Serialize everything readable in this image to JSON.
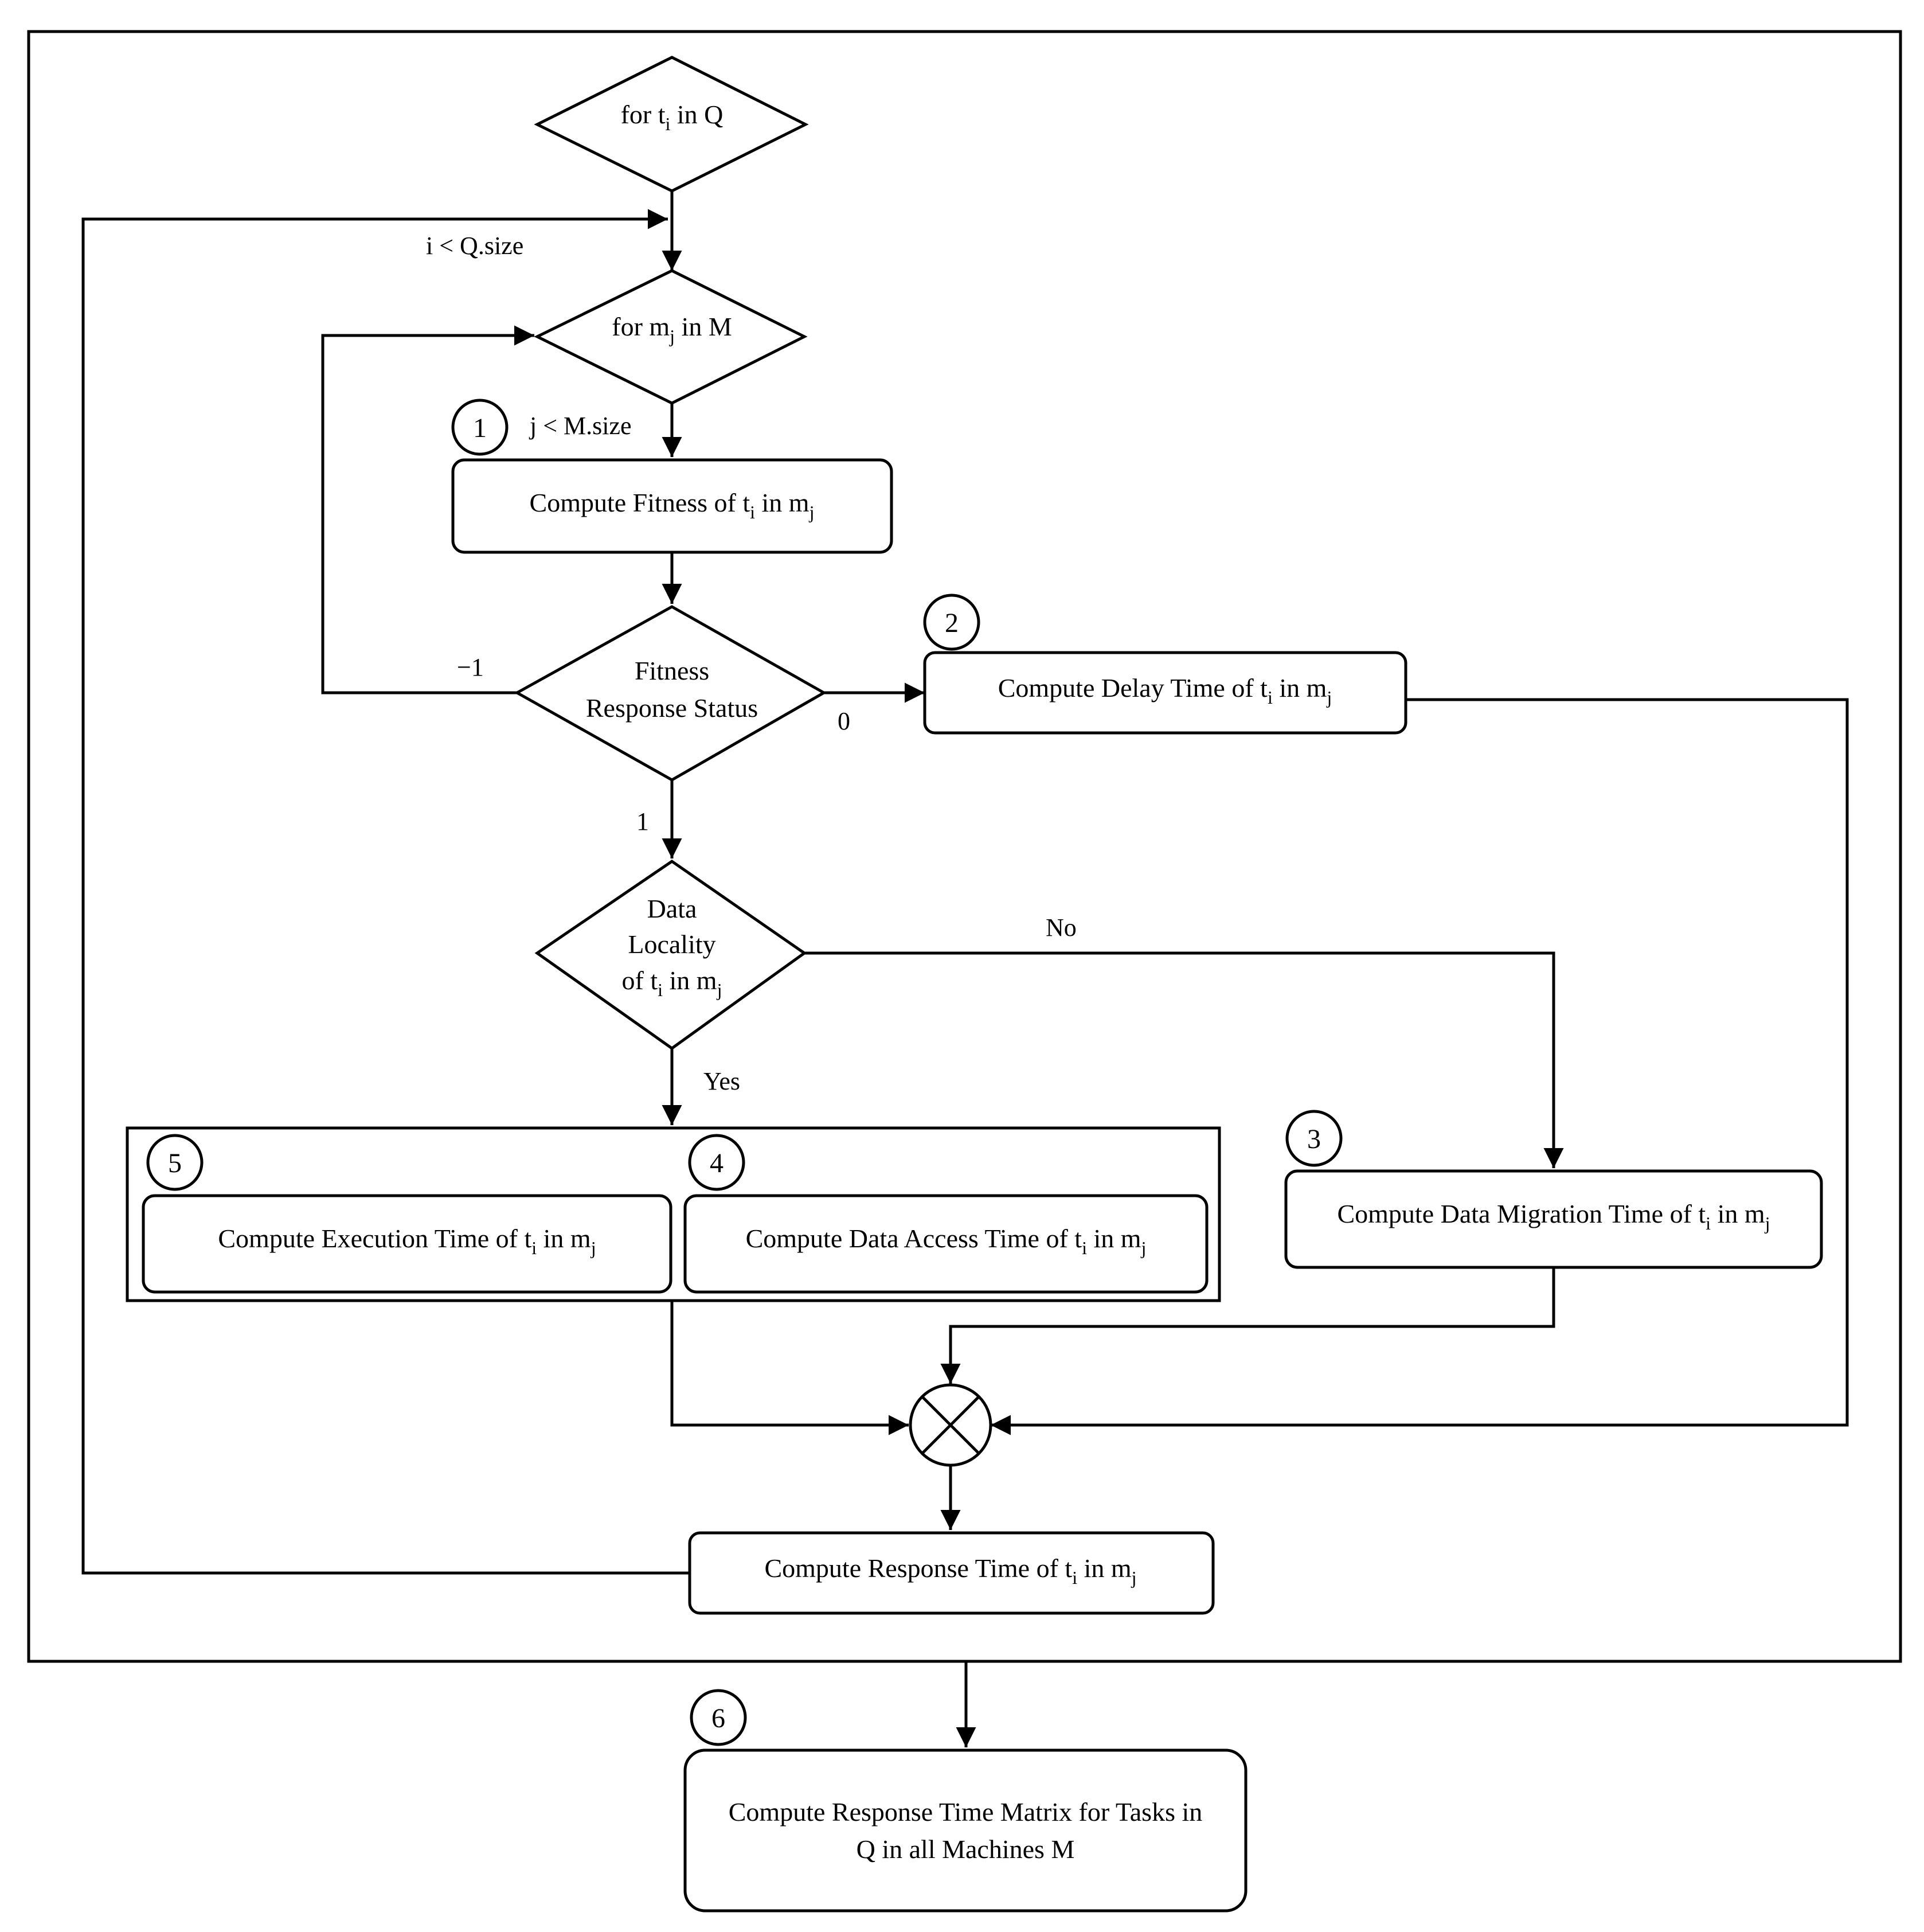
{
  "nodes": {
    "loop_q": {
      "text": "for t",
      "sub": "i",
      "tail": " in Q"
    },
    "loop_m": {
      "text": "for m",
      "sub": "j",
      "tail": " in M"
    },
    "fitness": {
      "pre": "Compute Fitness of t",
      "s1": "i",
      "mid": " in m",
      "s2": "j"
    },
    "status": {
      "line1": "Fitness",
      "line2": "Response Status"
    },
    "delay": {
      "pre": "Compute Delay Time of t",
      "s1": "i",
      "mid": " in m",
      "s2": "j"
    },
    "locality": {
      "line1": "Data",
      "line2": "Locality",
      "line3_pre": "of t",
      "s1": "i",
      "mid": " in m",
      "s2": "j"
    },
    "execution": {
      "pre": "Compute Execution Time of t",
      "s1": "i",
      "mid": " in m",
      "s2": "j"
    },
    "access": {
      "pre": "Compute Data Access Time of t",
      "s1": "i",
      "mid": " in m",
      "s2": "j"
    },
    "migration": {
      "pre": "Compute Data Migration Time of t",
      "s1": "i",
      "mid": " in m",
      "s2": "j"
    },
    "response": {
      "pre": "Compute Response Time of t",
      "s1": "i",
      "mid": " in m",
      "s2": "j"
    },
    "matrix": {
      "line1": "Compute Response Time Matrix for Tasks in",
      "line2": "Q in all Machines M"
    }
  },
  "edge_labels": {
    "i_cond": "i < Q.size",
    "j_cond": "j < M.size",
    "minus_one": "−1",
    "zero": "0",
    "one": "1",
    "no": "No",
    "yes": "Yes"
  },
  "step_numbers": [
    "1",
    "2",
    "3",
    "4",
    "5",
    "6"
  ]
}
